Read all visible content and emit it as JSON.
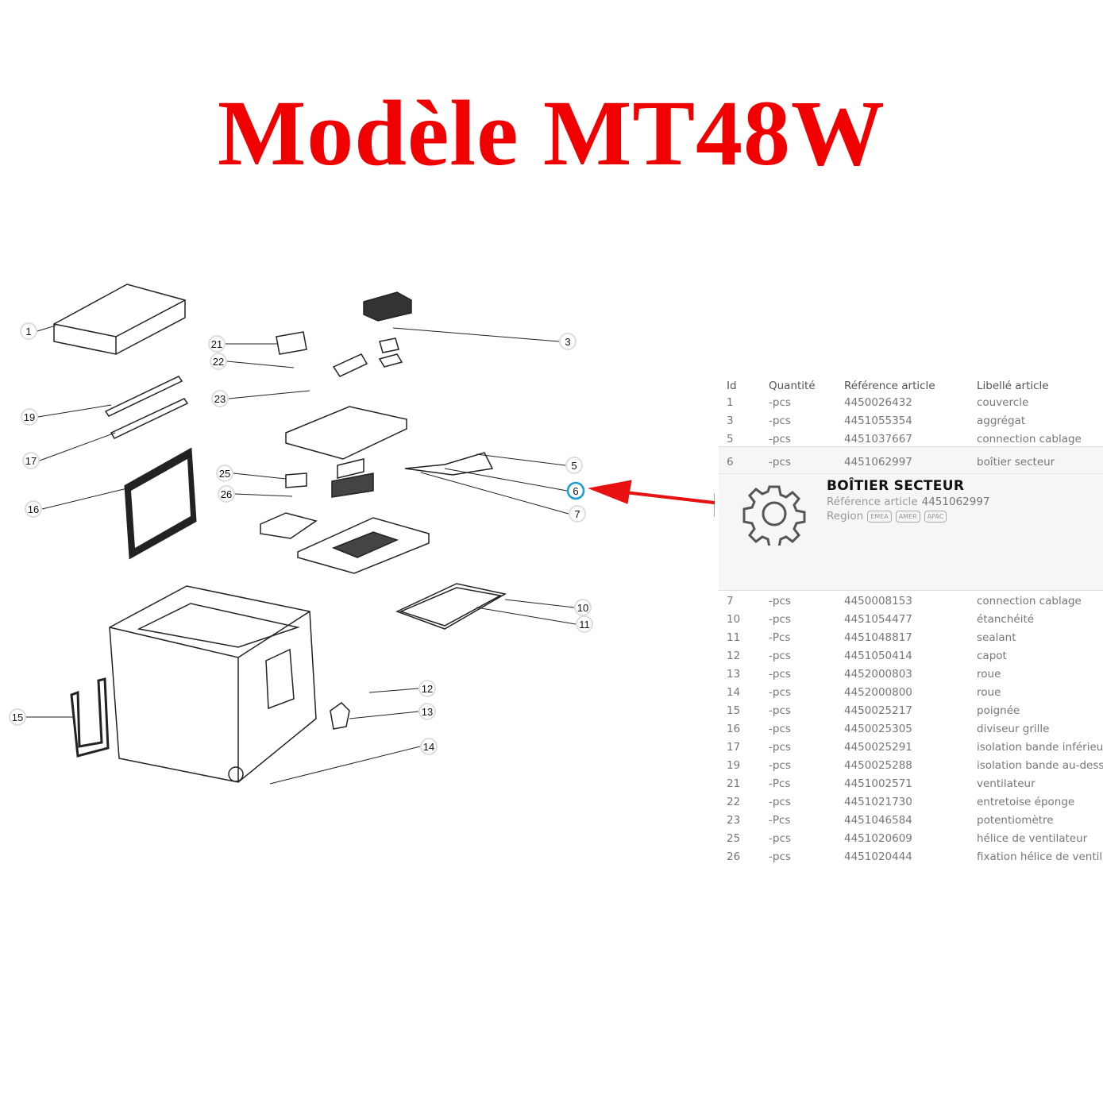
{
  "title": "Modèle MT48W",
  "diagram": {
    "callouts": [
      "1",
      "3",
      "5",
      "6",
      "7",
      "10",
      "11",
      "12",
      "13",
      "14",
      "15",
      "16",
      "17",
      "19",
      "21",
      "22",
      "23",
      "25",
      "26"
    ],
    "highlighted": "6",
    "highlight_color": "#1a9ad6",
    "arrow_color": "#e81010"
  },
  "table": {
    "headers": {
      "id": "Id",
      "qty": "Quantité",
      "ref": "Référence article",
      "label": "Libellé article"
    },
    "rows_before": [
      {
        "id": "1",
        "qty": "-pcs",
        "ref": "4450026432",
        "label": "couvercle"
      },
      {
        "id": "3",
        "qty": "-pcs",
        "ref": "4451055354",
        "label": "aggrégat"
      },
      {
        "id": "5",
        "qty": "-pcs",
        "ref": "4451037667",
        "label": "connection cablage"
      }
    ],
    "selected": {
      "id": "6",
      "qty": "-pcs",
      "ref": "4451062997",
      "label": "boîtier secteur"
    },
    "rows_after": [
      {
        "id": "7",
        "qty": "-pcs",
        "ref": "4450008153",
        "label": "connection cablage"
      },
      {
        "id": "10",
        "qty": "-pcs",
        "ref": "4451054477",
        "label": "étanchéité"
      },
      {
        "id": "11",
        "qty": "-Pcs",
        "ref": "4451048817",
        "label": "sealant"
      },
      {
        "id": "12",
        "qty": "-pcs",
        "ref": "4451050414",
        "label": "capot"
      },
      {
        "id": "13",
        "qty": "-pcs",
        "ref": "4452000803",
        "label": "roue"
      },
      {
        "id": "14",
        "qty": "-pcs",
        "ref": "4452000800",
        "label": "roue"
      },
      {
        "id": "15",
        "qty": "-pcs",
        "ref": "4450025217",
        "label": "poignée"
      },
      {
        "id": "16",
        "qty": "-pcs",
        "ref": "4450025305",
        "label": "diviseur grille"
      },
      {
        "id": "17",
        "qty": "-pcs",
        "ref": "4450025291",
        "label": "isolation bande inférieur"
      },
      {
        "id": "19",
        "qty": "-pcs",
        "ref": "4450025288",
        "label": "isolation bande au-dessus"
      },
      {
        "id": "21",
        "qty": "-Pcs",
        "ref": "4451002571",
        "label": "ventilateur"
      },
      {
        "id": "22",
        "qty": "-pcs",
        "ref": "4451021730",
        "label": "entretoise éponge"
      },
      {
        "id": "23",
        "qty": "-Pcs",
        "ref": "4451046584",
        "label": "potentiomètre"
      },
      {
        "id": "25",
        "qty": "-pcs",
        "ref": "4451020609",
        "label": "hélice de ventilateur"
      },
      {
        "id": "26",
        "qty": "-pcs",
        "ref": "4451020444",
        "label": "fixation hélice de ventilate"
      }
    ]
  },
  "popup": {
    "title": "BOÎTIER SECTEUR",
    "ref_label": "Référence article",
    "ref_value": "4451062997",
    "region_label": "Region",
    "regions": [
      "EMEA",
      "AMER",
      "APAC"
    ],
    "icon": "gear-icon"
  }
}
